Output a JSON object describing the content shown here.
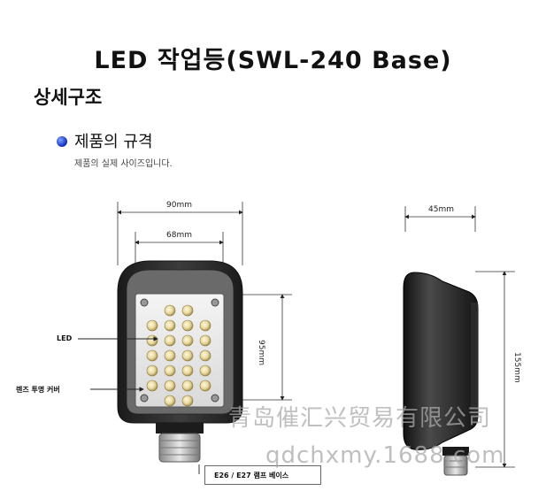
{
  "title": "LED 작업등(SWL-240 Base)",
  "subtitle": "상세구조",
  "spec": {
    "heading": "제품의 규격",
    "note": "제품의 실제 사이즈입니다."
  },
  "dimensions": {
    "width_outer": "90mm",
    "width_inner": "68mm",
    "height_front": "95mm",
    "depth": "45mm",
    "height_side": "155mm"
  },
  "callouts": {
    "led": "LED",
    "lens_cover": "렌즈 투명 커버",
    "base": "E26 / E27 램프 베이스"
  },
  "watermark": {
    "line1": "青岛催汇兴贸易有限公司",
    "line2": "qdchxmy.1688.com"
  },
  "colors": {
    "bullet": "#1b3cc4",
    "housing": "#2a2a2a",
    "led": "#e9d9a0"
  }
}
